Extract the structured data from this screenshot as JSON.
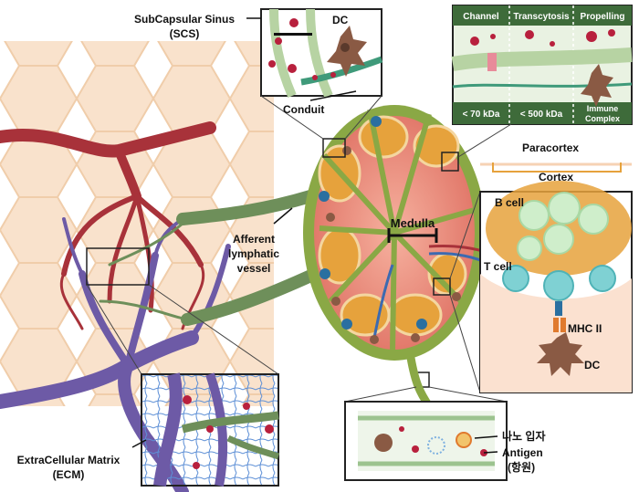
{
  "labels": {
    "scs_line1": "SubCapsular Sinus",
    "scs_line2": "(SCS)",
    "dc_top": "DC",
    "conduit": "Conduit",
    "channel": "Channel",
    "transcytosis": "Transcytosis",
    "propelling": "Propelling",
    "lt70": "< 70 kDa",
    "lt500": "< 500 kDa",
    "immune1": "Immune",
    "immune2": "Complex",
    "paracortex": "Paracortex",
    "cortex": "Cortex",
    "bcell": "B cell",
    "tcell": "T cell",
    "mhc": "MHC II",
    "dc_right": "DC",
    "medulla": "Medulla",
    "afferent1": "Afferent",
    "afferent2": "lymphatic",
    "afferent3": "vessel",
    "ecm1": "ExtraCellular Matrix",
    "ecm2": "(ECM)",
    "nano": "나노 입자",
    "antigen1": "Antigen",
    "antigen2": "(항원)"
  },
  "colors": {
    "tissue": "#f8dfc6",
    "tissue_edge": "#eec7a1",
    "artery": "#a8323a",
    "vein": "#6d5aa6",
    "lymph": "#6e8f5a",
    "node_capsule": "#8aa845",
    "node_inner": "#e9887a",
    "follicle": "#e6a23c",
    "bcell": "#cfeecb",
    "tcell": "#7fd1d3",
    "dc": "#8a5a44",
    "antigen": "#b8203d",
    "panel_green": "#3e6b3a"
  }
}
